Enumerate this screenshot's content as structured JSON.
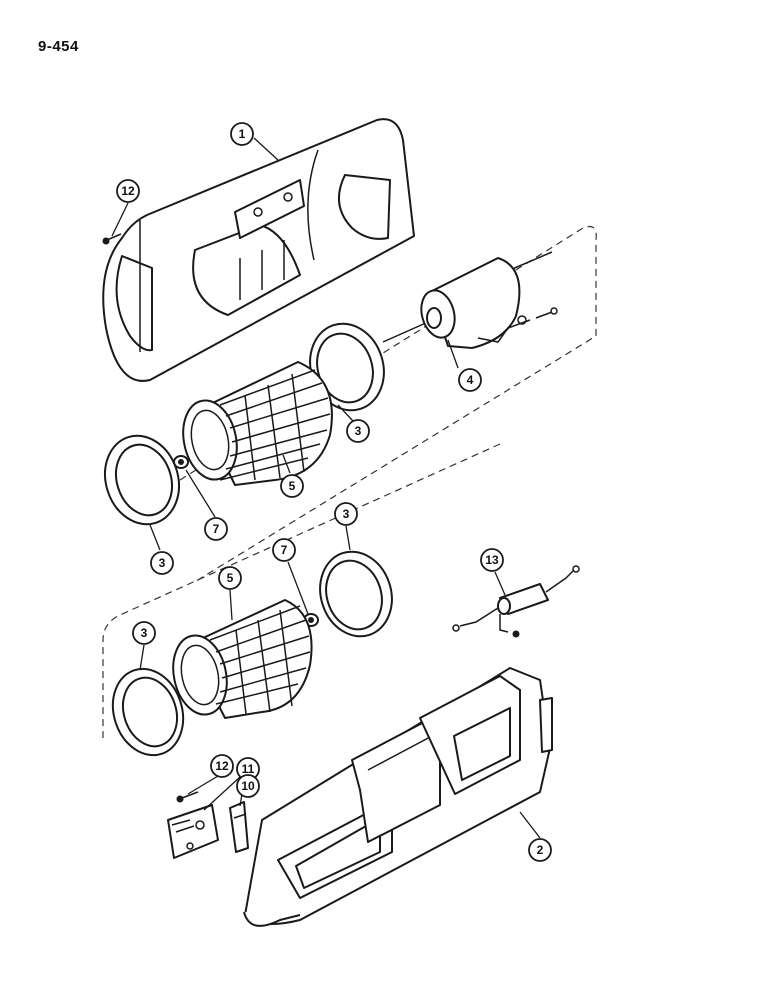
{
  "page_number": "9-454",
  "callouts": {
    "c1": "1",
    "c2": "2",
    "c3a": "3",
    "c3b": "3",
    "c3c": "3",
    "c3d": "3",
    "c4": "4",
    "c5a": "5",
    "c5b": "5",
    "c7a": "7",
    "c7b": "7",
    "c10": "10",
    "c11": "11",
    "c12a": "12",
    "c12b": "12",
    "c13": "13"
  }
}
